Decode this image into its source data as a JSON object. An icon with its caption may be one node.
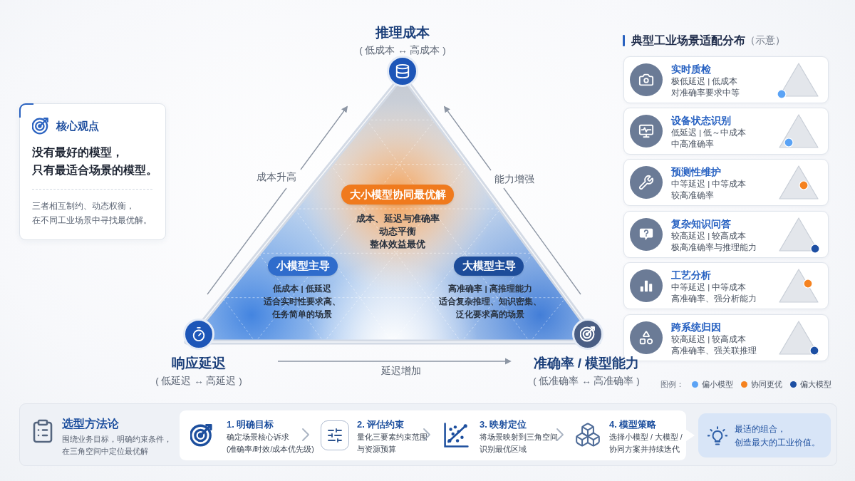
{
  "diagram": {
    "nodes": [
      {
        "text": [
          "核心观点",
          "没有最好的模型，",
          "只有最适合场景的模型。",
          "三者相互制约、动态权衡，",
          "在不同工业场景中寻找最优解。"
        ]
      },
      {
        "text": [
          "推理成本",
          "( 低成本 ↔ 高成本 )"
        ]
      },
      {
        "text": [],
        "shape": "triangle"
      },
      {
        "text": [
          "大小模型协同最优解"
        ],
        "in": 2,
        "beside": [
          "成本、延迟与准确率",
          "动态平衡",
          "整体效益最优"
        ]
      },
      {
        "text": [
          "小模型主导"
        ],
        "in": 2,
        "beside": [
          "低成本 | 低延迟",
          "适合实时性要求高、任务简单的场景"
        ]
      },
      {
        "text": [
          "大模型主导"
        ],
        "in": 2,
        "beside": [
          "高准确率 | 高推理能力",
          "适合复杂推理、知识密集、泛化要求高的场景"
        ]
      },
      {
        "text": [
          "响应延迟",
          "( 低延迟 ↔ 高延迟 )"
        ]
      },
      {
        "text": [
          "准确率 / 模型能力",
          "( 低准确率 ↔ 高准确率 )"
        ]
      },
      {
        "text": [
          "实时质检",
          "极低延迟 | 低成本",
          "对准确率要求中等"
        ]
      },
      {
        "text": [
          "设备状态识别",
          "低延迟 | 低～中成本",
          "中高准确率"
        ]
      },
      {
        "text": [
          "预测性维护",
          "中等延迟 | 中等成本",
          "较高准确率"
        ]
      },
      {
        "text": [
          "复杂知识问答",
          "较高延迟 | 较高成本",
          "极高准确率与推理能力"
        ]
      },
      {
        "text": [
          "工艺分析",
          "中等延迟 | 中等成本",
          "高准确率、强分析能力"
        ]
      },
      {
        "text": [
          "跨系统归因",
          "较高延迟 | 较高成本",
          "高准确率、强关联推理"
        ]
      },
      {
        "text": [
          "选型方法论",
          "围绕业务目标，明确约束条件，在三角空间中定位最优解"
        ]
      },
      {
        "text": [
          "1. 明确目标",
          "确定场景核心诉求",
          "(准确率/时效/成本优先级)"
        ],
        "in": 14
      },
      {
        "text": [
          "2. 评估约束",
          "量化三要素约束范围与资源预算"
        ],
        "in": 14
      },
      {
        "text": [
          "3. 映射定位",
          "将场景映射到三角空间识别最优区域"
        ],
        "in": 14
      },
      {
        "text": [
          "4. 模型策略",
          "选择小模型 / 大模型 /",
          "协同方案并持续迭代"
        ],
        "in": 14
      },
      {
        "text": [
          "最适的组合，",
          "创造最大的工业价值。"
        ],
        "in": 14
      }
    ],
    "edges": [
      {
        "from": 15,
        "to": 16,
        "arrow": "to"
      },
      {
        "from": 16,
        "to": 17,
        "arrow": "to"
      },
      {
        "from": 17,
        "to": 18,
        "arrow": "to"
      }
    ],
    "labels": [
      "典型工业场景适配分布",
      "（示意）",
      "成本升高",
      "能力增强",
      "延迟增加",
      "图例："
    ],
    "legend": [
      {
        "text": "偏小模型",
        "color": "#5ba3f5"
      },
      {
        "text": "协同更优",
        "color": "#f5821f"
      },
      {
        "text": "偏大模型",
        "color": "#1d4fa3"
      }
    ]
  }
}
